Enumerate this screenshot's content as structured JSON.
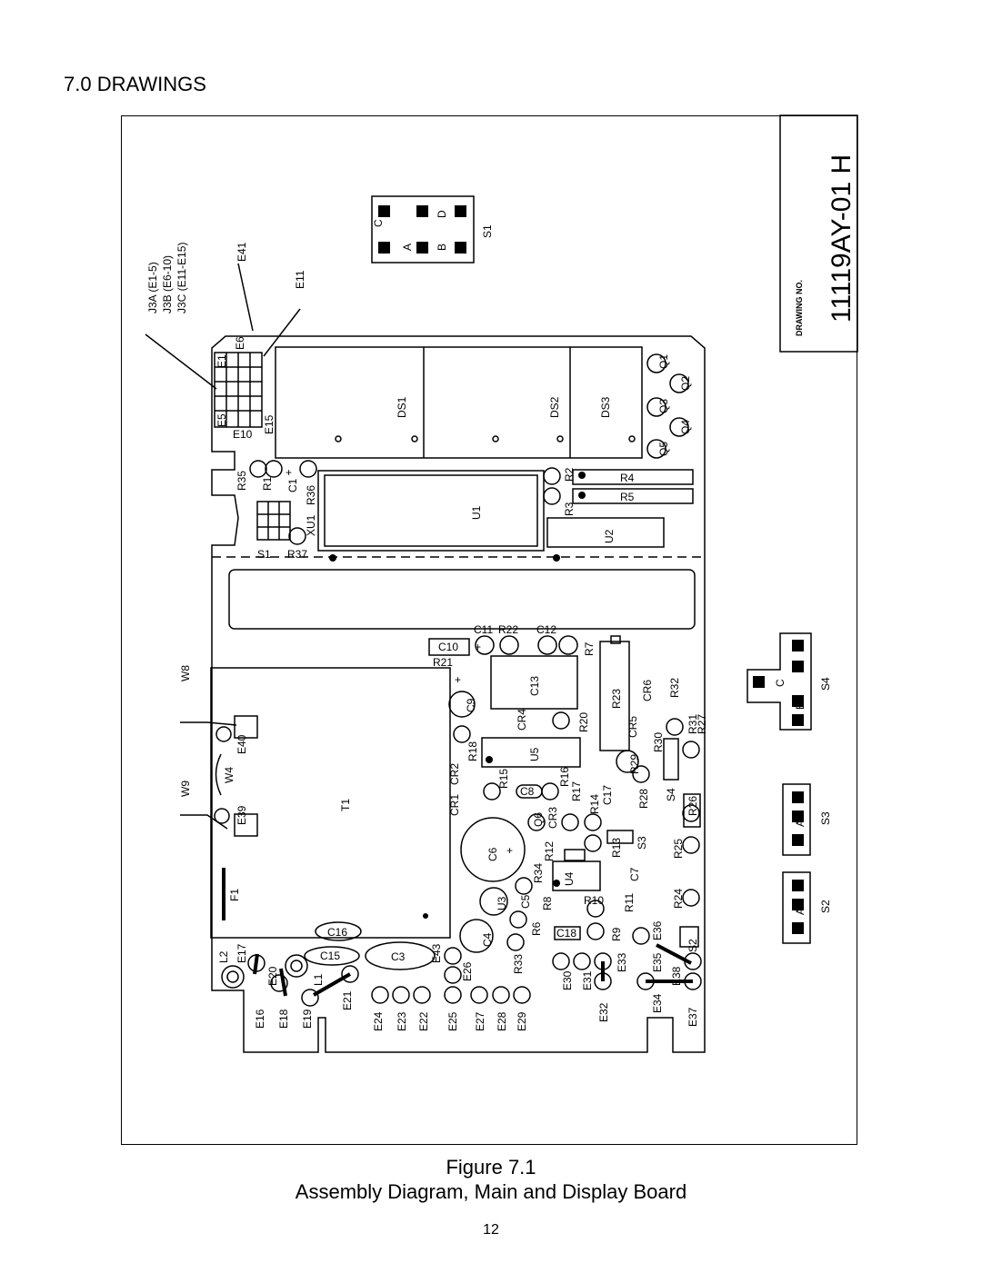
{
  "section_heading": "7.0 DRAWINGS",
  "title_block": {
    "label": "DRAWING NO.",
    "number": "11119AY-01 H"
  },
  "connector_callouts": {
    "j3a": "J3A (E1-5)",
    "j3b": "J3B (E6-10)",
    "j3c": "J3C (E11-E15)",
    "e41": "E41",
    "e11": "E11"
  },
  "pin_labels": {
    "e1": "E1",
    "e6": "E6",
    "e5": "E5",
    "e10": "E10",
    "e15": "E15"
  },
  "switch_s1": {
    "name": "S1",
    "a": "A",
    "b": "B",
    "c": "C",
    "d": "D"
  },
  "switch_s4": {
    "name": "S4",
    "a": "A",
    "b": "B",
    "c": "C"
  },
  "switch_s3": {
    "name": "S3",
    "a": "A"
  },
  "switch_s2": {
    "name": "S2",
    "a": "A"
  },
  "displays": {
    "ds1": "DS1",
    "ds2": "DS2",
    "ds3": "DS3"
  },
  "transistors": {
    "q1": "Q1",
    "q2": "Q2",
    "q3": "Q3",
    "q4": "Q4",
    "q5": "Q5",
    "q6": "Q6"
  },
  "ics": {
    "u1": "U1",
    "u2": "U2",
    "u3": "U3",
    "u4": "U4",
    "u5": "U5",
    "xu1": "XU1"
  },
  "resistors": {
    "r1": "R1",
    "r2": "R2",
    "r3": "R3",
    "r4": "R4",
    "r5": "R5",
    "r6": "R6",
    "r7": "R7",
    "r8": "R8",
    "r9": "R9",
    "r10": "R10",
    "r11": "R11",
    "r12": "R12",
    "r13": "R13",
    "r14": "R14",
    "r15": "R15",
    "r16": "R16",
    "r17": "R17",
    "r18": "R18",
    "r20": "R20",
    "r21": "R21",
    "r22": "R22",
    "r23": "R23",
    "r24": "R24",
    "r25": "R25",
    "r26": "R26",
    "r27": "R27",
    "r28": "R28",
    "r29": "R29",
    "r30": "R30",
    "r31": "R31",
    "r32": "R32",
    "r33": "R33",
    "r34": "R34",
    "r35": "R35",
    "r36": "R36",
    "r37": "R37"
  },
  "capacitors": {
    "c1": "C1",
    "c3": "C3",
    "c4": "C4",
    "c5": "C5",
    "c6": "C6",
    "c7": "C7",
    "c8": "C8",
    "c9": "C9",
    "c10": "C10",
    "c11": "C11",
    "c12": "C12",
    "c13": "C13",
    "c15": "C15",
    "c16": "C16",
    "c17": "C17",
    "c18": "C18"
  },
  "diodes": {
    "cr1": "CR1",
    "cr2": "CR2",
    "cr3": "CR3",
    "cr4": "CR4",
    "cr5": "CR5",
    "cr6": "CR6"
  },
  "misc": {
    "t1": "T1",
    "f1": "F1",
    "w4": "W4",
    "w8": "W8",
    "w9": "W9",
    "l1": "L1",
    "l2": "L2",
    "s1_board": "S1",
    "s2_board": "S2",
    "s3_board": "S3",
    "s4_board": "S4",
    "plus": "+"
  },
  "terminals": {
    "e16": "E16",
    "e17": "E17",
    "e18": "E18",
    "e19": "E19",
    "e20": "E20",
    "e21": "E21",
    "e22": "E22",
    "e23": "E23",
    "e24": "E24",
    "e25": "E25",
    "e26": "E26",
    "e27": "E27",
    "e28": "E28",
    "e29": "E29",
    "e30": "E30",
    "e31": "E31",
    "e32": "E32",
    "e33": "E33",
    "e34": "E34",
    "e35": "E35",
    "e36": "E36",
    "e37": "E37",
    "e38": "E38",
    "e39": "E39",
    "e40": "E40",
    "e43": "E43"
  },
  "figure_caption": "Figure 7.1",
  "figure_title": "Assembly Diagram, Main and Display Board",
  "page_number": "12"
}
